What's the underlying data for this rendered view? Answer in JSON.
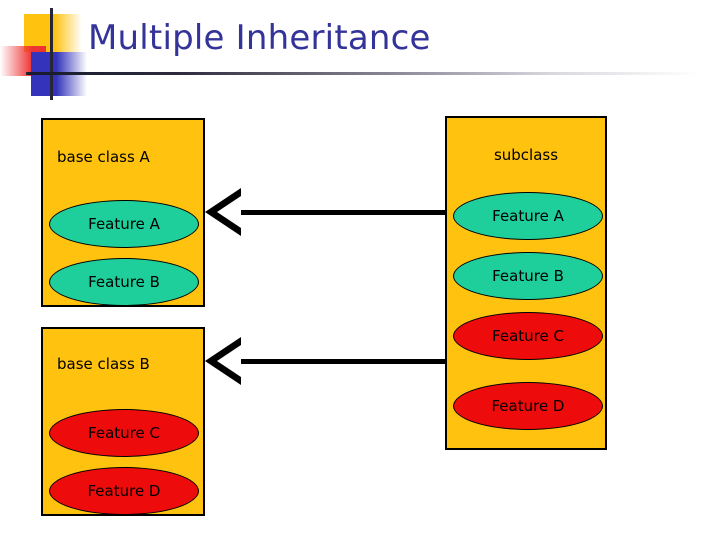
{
  "slide": {
    "title": "Multiple Inheritance",
    "accent_title_color": "#333399",
    "box_fill_color": "#ffc20e",
    "ellipse_green_color": "#1fcf9b",
    "ellipse_red_color": "#ee0b0b"
  },
  "diagram": {
    "boxes": [
      {
        "id": "base-class-a",
        "label": "base class A",
        "features": [
          {
            "label": "Feature A",
            "color": "green"
          },
          {
            "label": "Feature B",
            "color": "green"
          }
        ]
      },
      {
        "id": "base-class-b",
        "label": "base class B",
        "features": [
          {
            "label": "Feature C",
            "color": "red"
          },
          {
            "label": "Feature D",
            "color": "red"
          }
        ]
      },
      {
        "id": "subclass",
        "label": "subclass",
        "features": [
          {
            "label": "Feature A",
            "color": "green"
          },
          {
            "label": "Feature B",
            "color": "green"
          },
          {
            "label": "Feature C",
            "color": "red"
          },
          {
            "label": "Feature D",
            "color": "red"
          }
        ]
      }
    ],
    "relations": [
      {
        "id": "generalization-a",
        "type": "generalization",
        "from": "subclass",
        "to": "base-class-a"
      },
      {
        "id": "generalization-b",
        "type": "generalization",
        "from": "subclass",
        "to": "base-class-b"
      }
    ]
  }
}
